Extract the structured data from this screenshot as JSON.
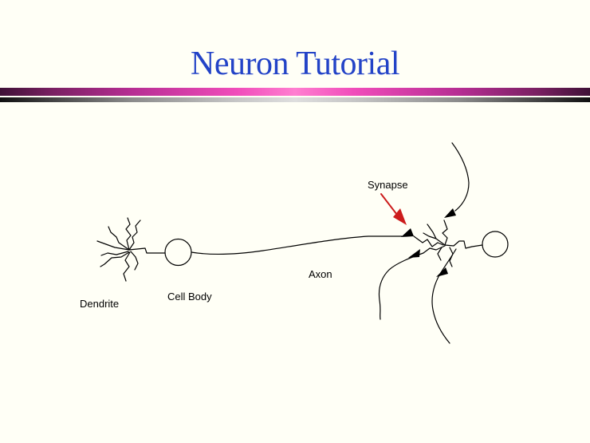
{
  "slide": {
    "title": "Neuron Tutorial"
  },
  "theme": {
    "background": "#fffff6",
    "title_color": "#2343c7",
    "stroke_color": "#000000",
    "synapse_arrow_color": "#cc1c1c",
    "pink_bar": {
      "edge": "#3f1136",
      "dark": "#7a2062",
      "mid": "#b52d92",
      "bright": "#f04cba",
      "highlight": "#ff7ed0"
    },
    "gray_bar": {
      "edge": "#101010",
      "dark": "#444444",
      "mid": "#8a8a8a",
      "bright": "#c6c6c6",
      "highlight": "#dedede"
    }
  },
  "diagram": {
    "labels": {
      "dendrite": "Dendrite",
      "cell_body": "Cell Body",
      "axon": "Axon",
      "synapse": "Synapse"
    }
  }
}
